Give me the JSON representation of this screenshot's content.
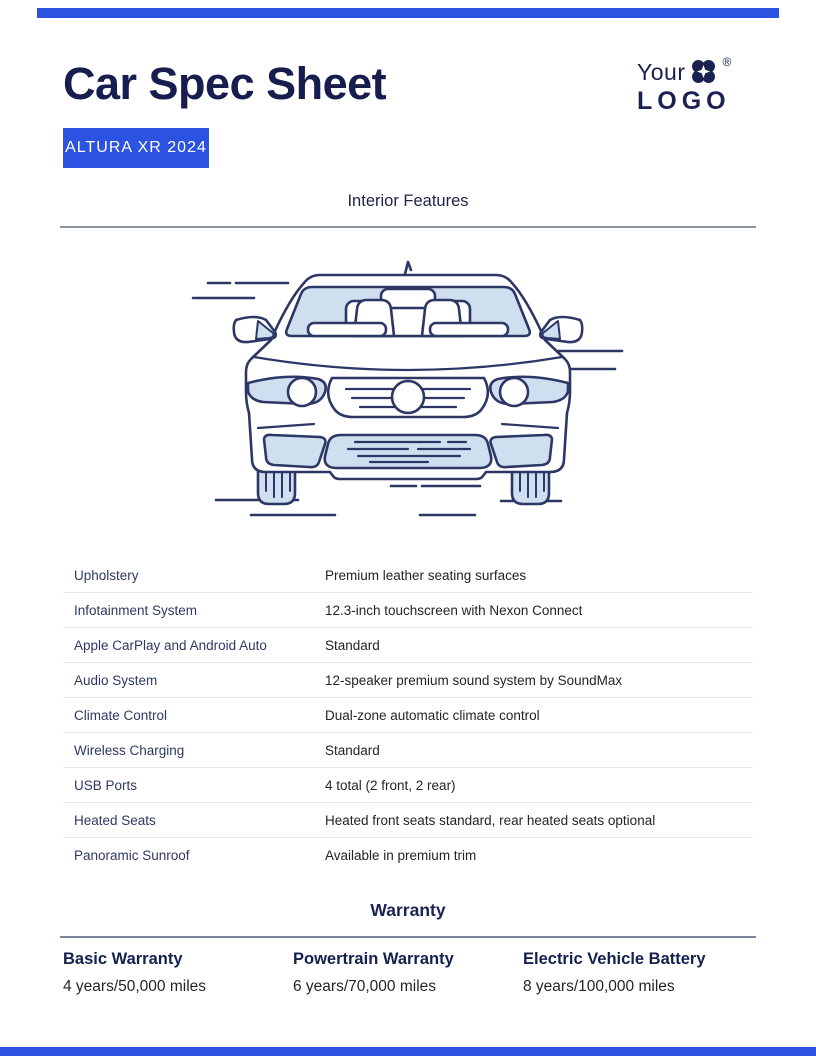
{
  "header": {
    "title": "Car Spec Sheet",
    "model_badge": "ALTURA XR 2024"
  },
  "logo": {
    "word_top": "Your",
    "word_bottom": "LOGO",
    "registered_mark": "®",
    "icon": "clover-flower-icon"
  },
  "interior_section": {
    "title": "Interior Features",
    "illustration": "car-front-view-line-art"
  },
  "specs": [
    {
      "label": "Upholstery",
      "value": "Premium leather seating surfaces"
    },
    {
      "label": "Infotainment System",
      "value": "12.3-inch touchscreen with Nexon Connect"
    },
    {
      "label": "Apple CarPlay and Android Auto",
      "value": "Standard"
    },
    {
      "label": "Audio System",
      "value": "12-speaker premium sound system by SoundMax"
    },
    {
      "label": "Climate Control",
      "value": "Dual-zone automatic climate control"
    },
    {
      "label": "Wireless Charging",
      "value": "Standard"
    },
    {
      "label": "USB Ports",
      "value": "4 total (2 front, 2 rear)"
    },
    {
      "label": "Heated Seats",
      "value": "Heated front seats standard, rear heated seats optional"
    },
    {
      "label": "Panoramic Sunroof",
      "value": "Available in premium trim"
    }
  ],
  "warranty_section": {
    "title": "Warranty",
    "items": [
      {
        "label": "Basic Warranty",
        "value": "4 years/50,000 miles"
      },
      {
        "label": "Powertrain Warranty",
        "value": "6 years/70,000 miles"
      },
      {
        "label": "Electric Vehicle Battery",
        "value": "8 years/100,000 miles"
      }
    ]
  },
  "colors": {
    "accent_blue": "#2c52e2",
    "title_navy": "#171d4e",
    "rule_gray": "#8c93a4",
    "car_stroke_navy": "#2c3766",
    "car_fill_blue": "#cfdfef"
  }
}
